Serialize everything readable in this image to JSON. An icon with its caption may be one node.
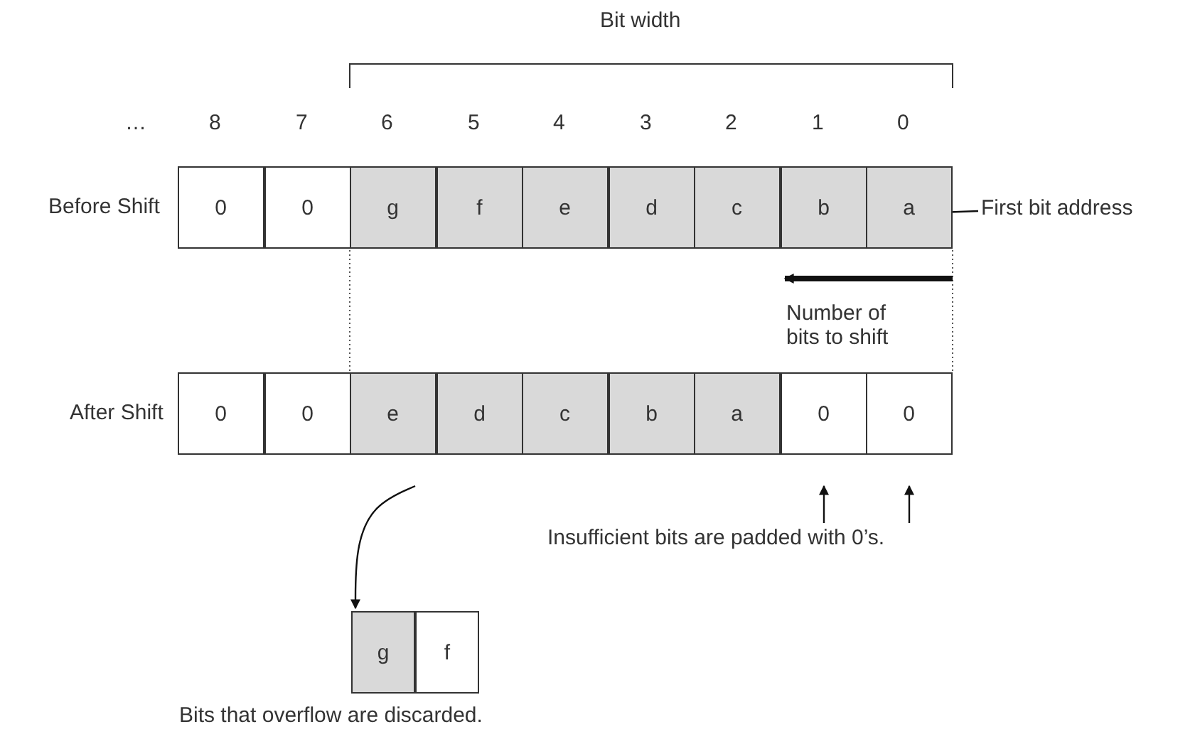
{
  "diagram": {
    "nodes": [
      {
        "text": [
          "0"
        ]
      },
      {
        "text": [
          "0"
        ]
      },
      {
        "text": [
          "g"
        ]
      },
      {
        "text": [
          "f"
        ]
      },
      {
        "text": [
          "e"
        ]
      },
      {
        "text": [
          "d"
        ]
      },
      {
        "text": [
          "c"
        ]
      },
      {
        "text": [
          "b"
        ]
      },
      {
        "text": [
          "a"
        ]
      },
      {
        "text": [
          "First bit address"
        ]
      },
      {
        "text": [
          "0"
        ]
      },
      {
        "text": [
          "0"
        ]
      },
      {
        "text": [
          "e"
        ]
      },
      {
        "text": [
          "d"
        ]
      },
      {
        "text": [
          "c"
        ]
      },
      {
        "text": [
          "b"
        ]
      },
      {
        "text": [
          "a"
        ]
      },
      {
        "text": [
          "0"
        ]
      },
      {
        "text": [
          "0"
        ]
      },
      {
        "text": [
          "Insufficient bits are padded with 0’s."
        ]
      },
      {
        "text": [
          "g"
        ]
      },
      {
        "text": [
          "f"
        ]
      }
    ],
    "edges": [
      {
        "from": 9,
        "to": 8,
        "arrow": "none"
      },
      {
        "from": 19,
        "to": 17,
        "arrow": "to"
      },
      {
        "from": 19,
        "to": 18,
        "arrow": "to"
      },
      {
        "from": null,
        "to": 20,
        "arrow": "to"
      }
    ],
    "labels": [
      "Bit width",
      "…",
      "8",
      "7",
      "6",
      "5",
      "4",
      "3",
      "2",
      "1",
      "0",
      "Before Shift",
      "Number of bits to shift",
      "After Shift",
      "Bits that overflow are discarded."
    ]
  }
}
